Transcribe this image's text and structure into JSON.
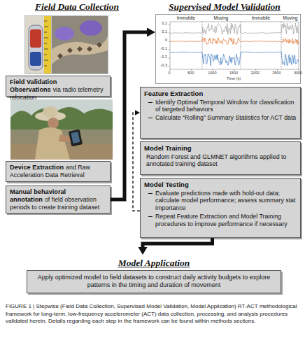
{
  "diagram": {
    "nodes": [
      {
        "text": [
          "Field Validation Observations",
          "via radio telemetry relocation"
        ]
      },
      {
        "text": [
          "Device Extraction",
          "and Raw Acceleration Data Retrieval"
        ]
      },
      {
        "text": [
          "Manual behavioral annotation",
          "of field observation periods to create training dataset"
        ]
      },
      {
        "text": [
          "Immobile",
          "Moving",
          "Immobile",
          "Moving"
        ]
      },
      {
        "text": [
          "Feature Extraction",
          "Identify Optimal Temporal Window for classification of targeted behaviors",
          "Calculate “Rolling” Summary Statistics for ACT data"
        ]
      },
      {
        "text": [
          "Model Training",
          "Random Forest and GLMNET algorithms applied to annotated training dataset"
        ]
      },
      {
        "text": [
          "Model Testing",
          "Evaluate predictions made with hold-out data; calculate model performance; assess summary stat importance",
          "Repeat Feature Extraction and Model Training procedures to improve performance if necessary"
        ]
      },
      {
        "text": [
          "Model Application",
          "Apply optimized model to field datasets to construct daily activity budgets to explore patterns in the timing and duration of movement"
        ]
      }
    ],
    "edges": [
      {
        "from": 2,
        "to": 3,
        "arrow": "to"
      },
      {
        "from": 6,
        "to": 4,
        "arrow": "to"
      },
      {
        "from": 6,
        "to": 7,
        "arrow": "to"
      }
    ],
    "labels": [
      "Field Data Collection",
      "Supervised Model Validation",
      "0.2",
      "0.1",
      "0",
      "-0.1",
      "-0.2",
      "-0.3",
      "0",
      "500",
      "1000",
      "1500",
      "2000",
      "2500",
      "3000",
      "Time (s)"
    ],
    "caption": "FIGURE 1 | Stepwise (Field Data Collection, Supervised Model Validation, Model Application) RT-ACT methodological framework for long-term, low-frequency accelerometer (ACT) data collection, processing, and analysis procedures validated herein. Details regarding each step in the framework can be found within methods sections."
  }
}
